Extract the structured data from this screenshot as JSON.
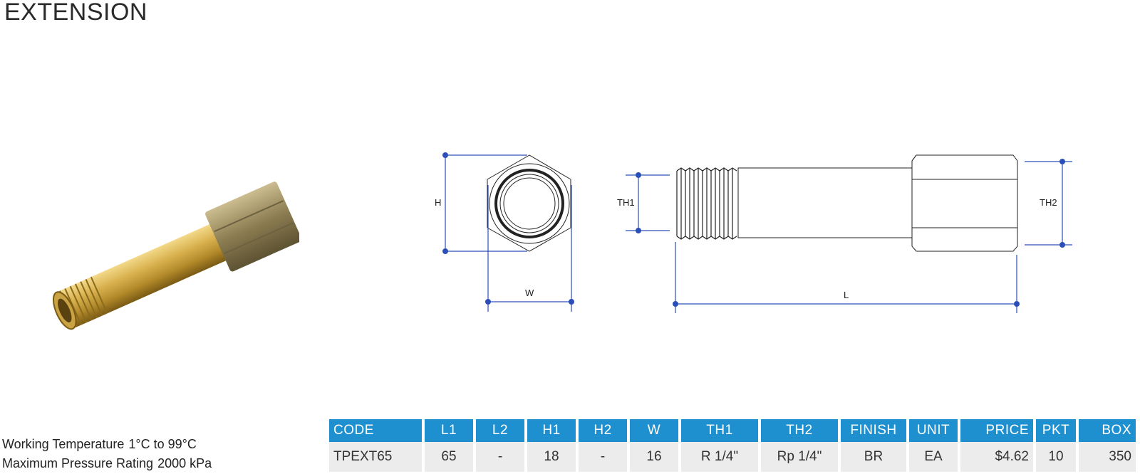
{
  "page": {
    "title": "EXTENSION"
  },
  "drawing": {
    "labels": {
      "h": "H",
      "w": "W",
      "th1": "TH1",
      "th2": "TH2",
      "l": "L"
    },
    "line_color": "#2b4fb8"
  },
  "specs": {
    "temperature_label": "Working Temperature",
    "temperature_value": "1°C to 99°C",
    "pressure_label": "Maximum Pressure Rating",
    "pressure_value": "2000 kPa"
  },
  "table": {
    "header_color": "#1e90d0",
    "headers": [
      "CODE",
      "L1",
      "L2",
      "H1",
      "H2",
      "W",
      "TH1",
      "TH2",
      "FINISH",
      "UNIT",
      "PRICE",
      "PKT",
      "BOX"
    ],
    "rows": [
      [
        "TPEXT65",
        "65",
        "-",
        "18",
        "-",
        "16",
        "R 1/4\"",
        "Rp 1/4\"",
        "BR",
        "EA",
        "$4.62",
        "10",
        "350"
      ]
    ]
  }
}
